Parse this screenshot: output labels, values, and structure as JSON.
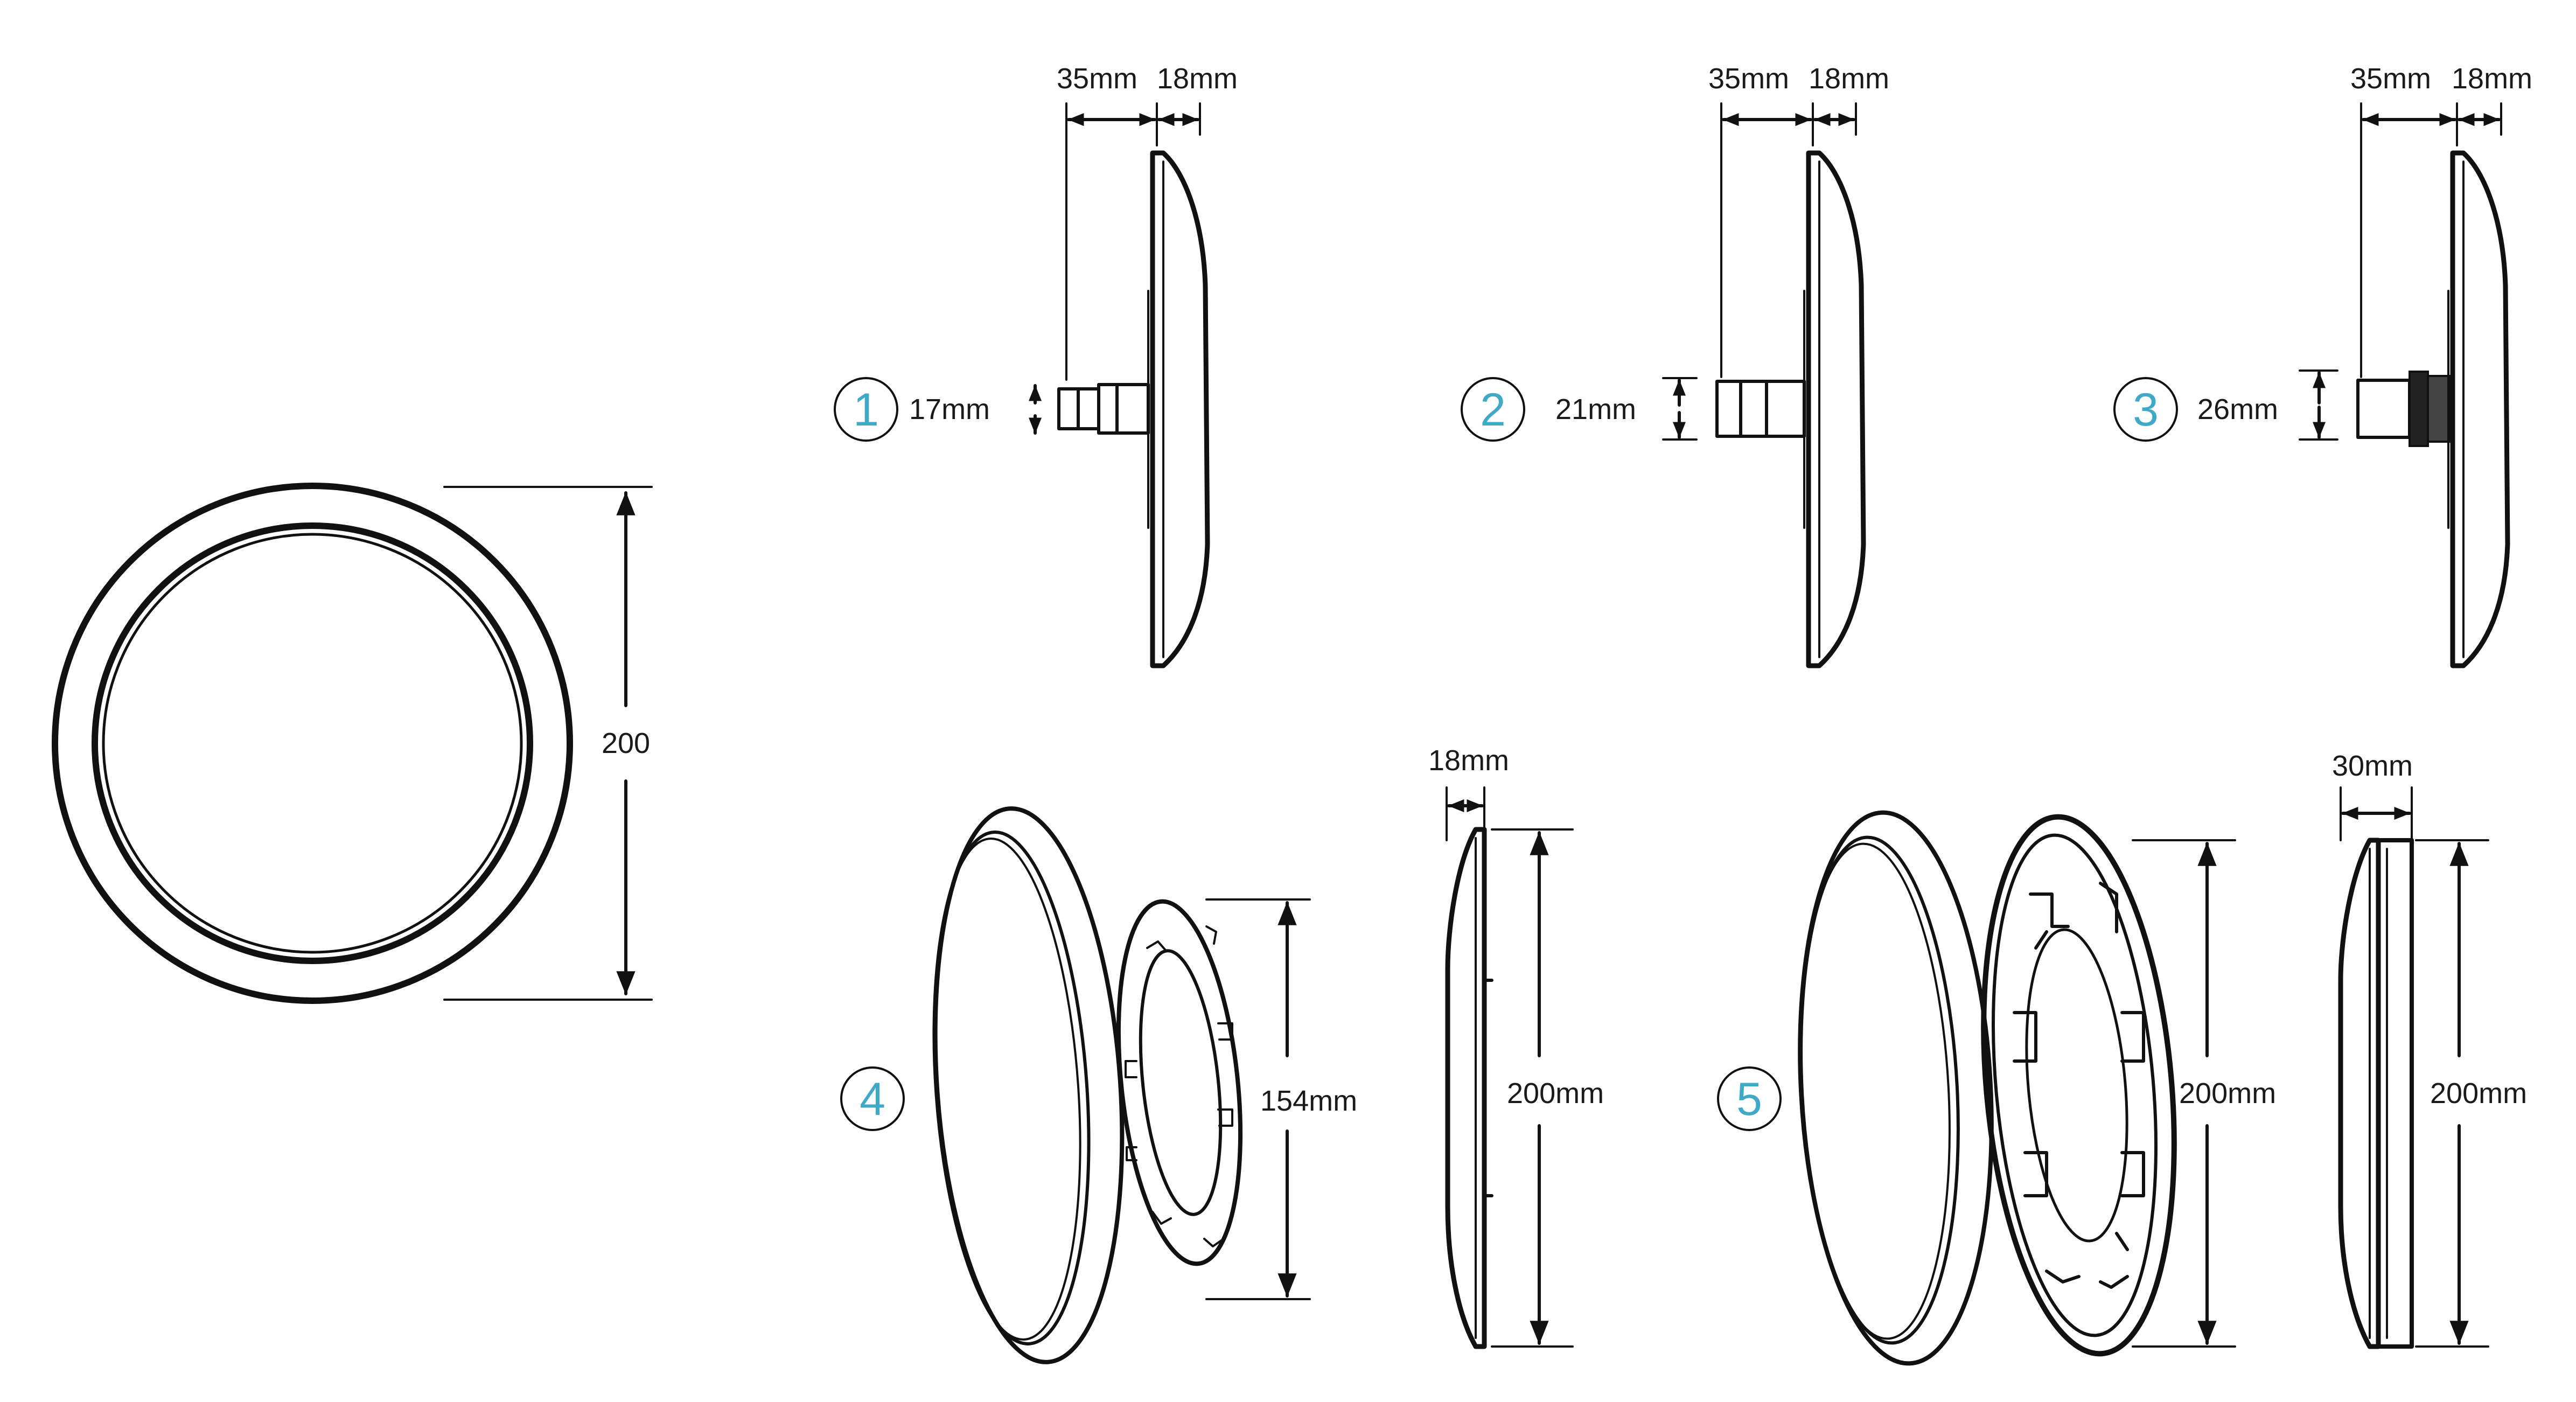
{
  "accent_color": "#3fa9c6",
  "line_color": "#111111",
  "front_view": {
    "diameter_label": "200"
  },
  "variants": [
    {
      "badge": "1",
      "dims": {
        "depth_a": "35mm",
        "depth_b": "18mm",
        "connector": "17mm"
      }
    },
    {
      "badge": "2",
      "dims": {
        "depth_a": "35mm",
        "depth_b": "18mm",
        "connector": "21mm"
      }
    },
    {
      "badge": "3",
      "dims": {
        "depth_a": "35mm",
        "depth_b": "18mm",
        "connector": "26mm"
      }
    }
  ],
  "assembly_4": {
    "badge": "4",
    "bracket_diameter": "154mm",
    "side_depth": "18mm",
    "side_height": "200mm"
  },
  "assembly_5": {
    "badge": "5",
    "housing_height": "200mm",
    "side_depth": "30mm",
    "side_height": "200mm"
  }
}
